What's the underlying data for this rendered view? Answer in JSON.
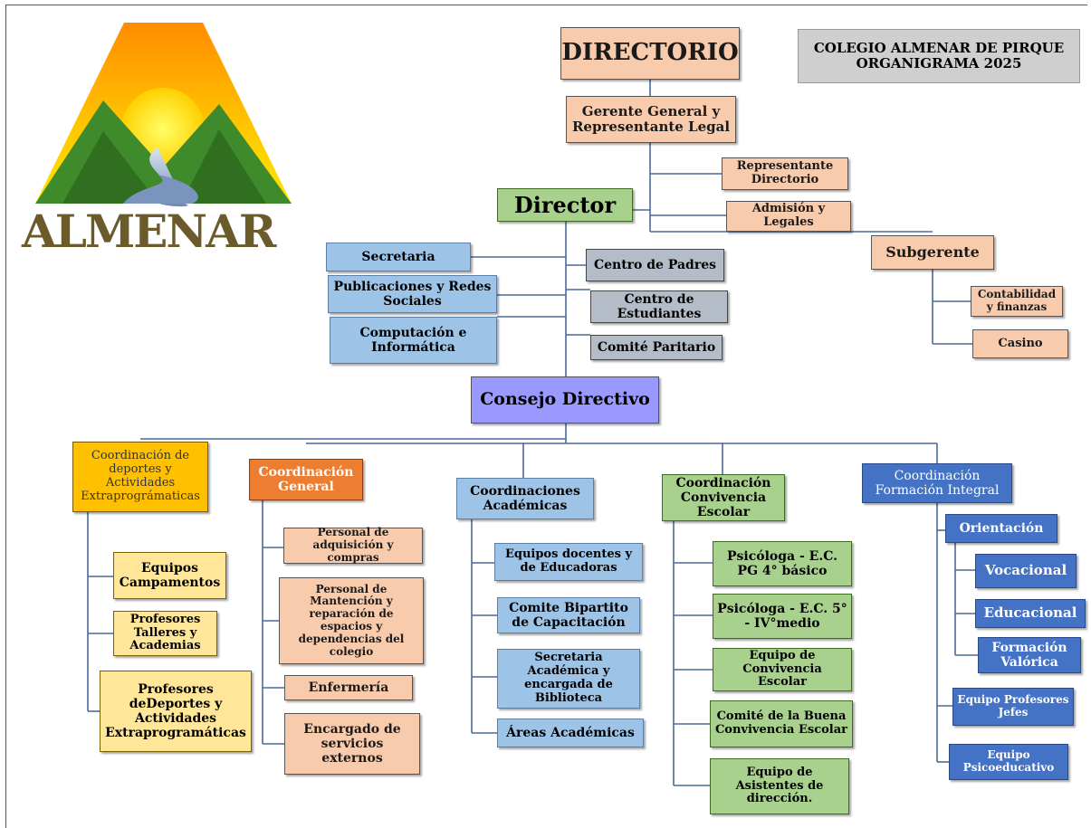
{
  "header": {
    "title_line1": "COLEGIO ALMENAR DE PIRQUE",
    "title_line2": "ORGANIGRAMA 2025"
  },
  "logo": {
    "text": "ALMENAR"
  },
  "top": {
    "directorio": "DIRECTORIO",
    "gerente": "Gerente General y Representante Legal",
    "rep_directorio": "Representante Directorio",
    "admision": "Admisión y Legales",
    "subgerente": "Subgerente",
    "contabilidad": "Contabilidad y finanzas",
    "casino": "Casino"
  },
  "director": {
    "label": "Director",
    "left": [
      "Secretaria",
      "Publicaciones y Redes Sociales",
      "Computación e Informática"
    ],
    "right": [
      "Centro de Padres",
      "Centro de Estudiantes",
      "Comité Paritario"
    ]
  },
  "consejo": "Consejo Directivo",
  "coords": {
    "deportes": {
      "title": "Coordinación de deportes y Actividades Extraprográmaticas",
      "items": [
        "Equipos Campamentos",
        "Profesores Talleres y Academias",
        "Profesores deDeportes y Actividades Extraprogramáticas"
      ]
    },
    "general": {
      "title": "Coordinación General",
      "items": [
        "Personal de adquisición y compras",
        "Personal de Mantención y reparación de espacios y dependencias del colegio",
        "Enfermería",
        "Encargado de servicios externos"
      ]
    },
    "academicas": {
      "title": "Coordinaciones Académicas",
      "items": [
        "Equipos docentes y de Educadoras",
        "Comite Bipartito de Capacitación",
        "Secretaria Académica y encargada de Biblioteca",
        "Áreas Académicas"
      ]
    },
    "convivencia": {
      "title": "Coordinación Convivencia Escolar",
      "items": [
        "Psicóloga - E.C. PG 4° básico",
        "Psicóloga - E.C. 5° - IV°medio",
        "Equipo de Convivencia Escolar",
        "Comité de la Buena Convivencia Escolar",
        "Equipo de Asistentes de dirección."
      ]
    },
    "formacion": {
      "title": "Coordinación Formación Integral",
      "orientacion": "Orientación",
      "sub": [
        "Vocacional",
        "Educacional",
        "Formación Valórica"
      ],
      "items": [
        "Equipo Profesores Jefes",
        "Equipo Psicoeducativo"
      ]
    }
  },
  "colors": {
    "peach": "#f8cbad",
    "green": "#a9d18e",
    "blue": "#9dc3e6",
    "grey": "#b4bcc8",
    "lavender": "#9999ff",
    "yellow": "#ffe699",
    "gold": "#ffc000",
    "orange": "#ed7d31",
    "royal_blue": "#4472c4",
    "connector": "#4a6a9a"
  }
}
